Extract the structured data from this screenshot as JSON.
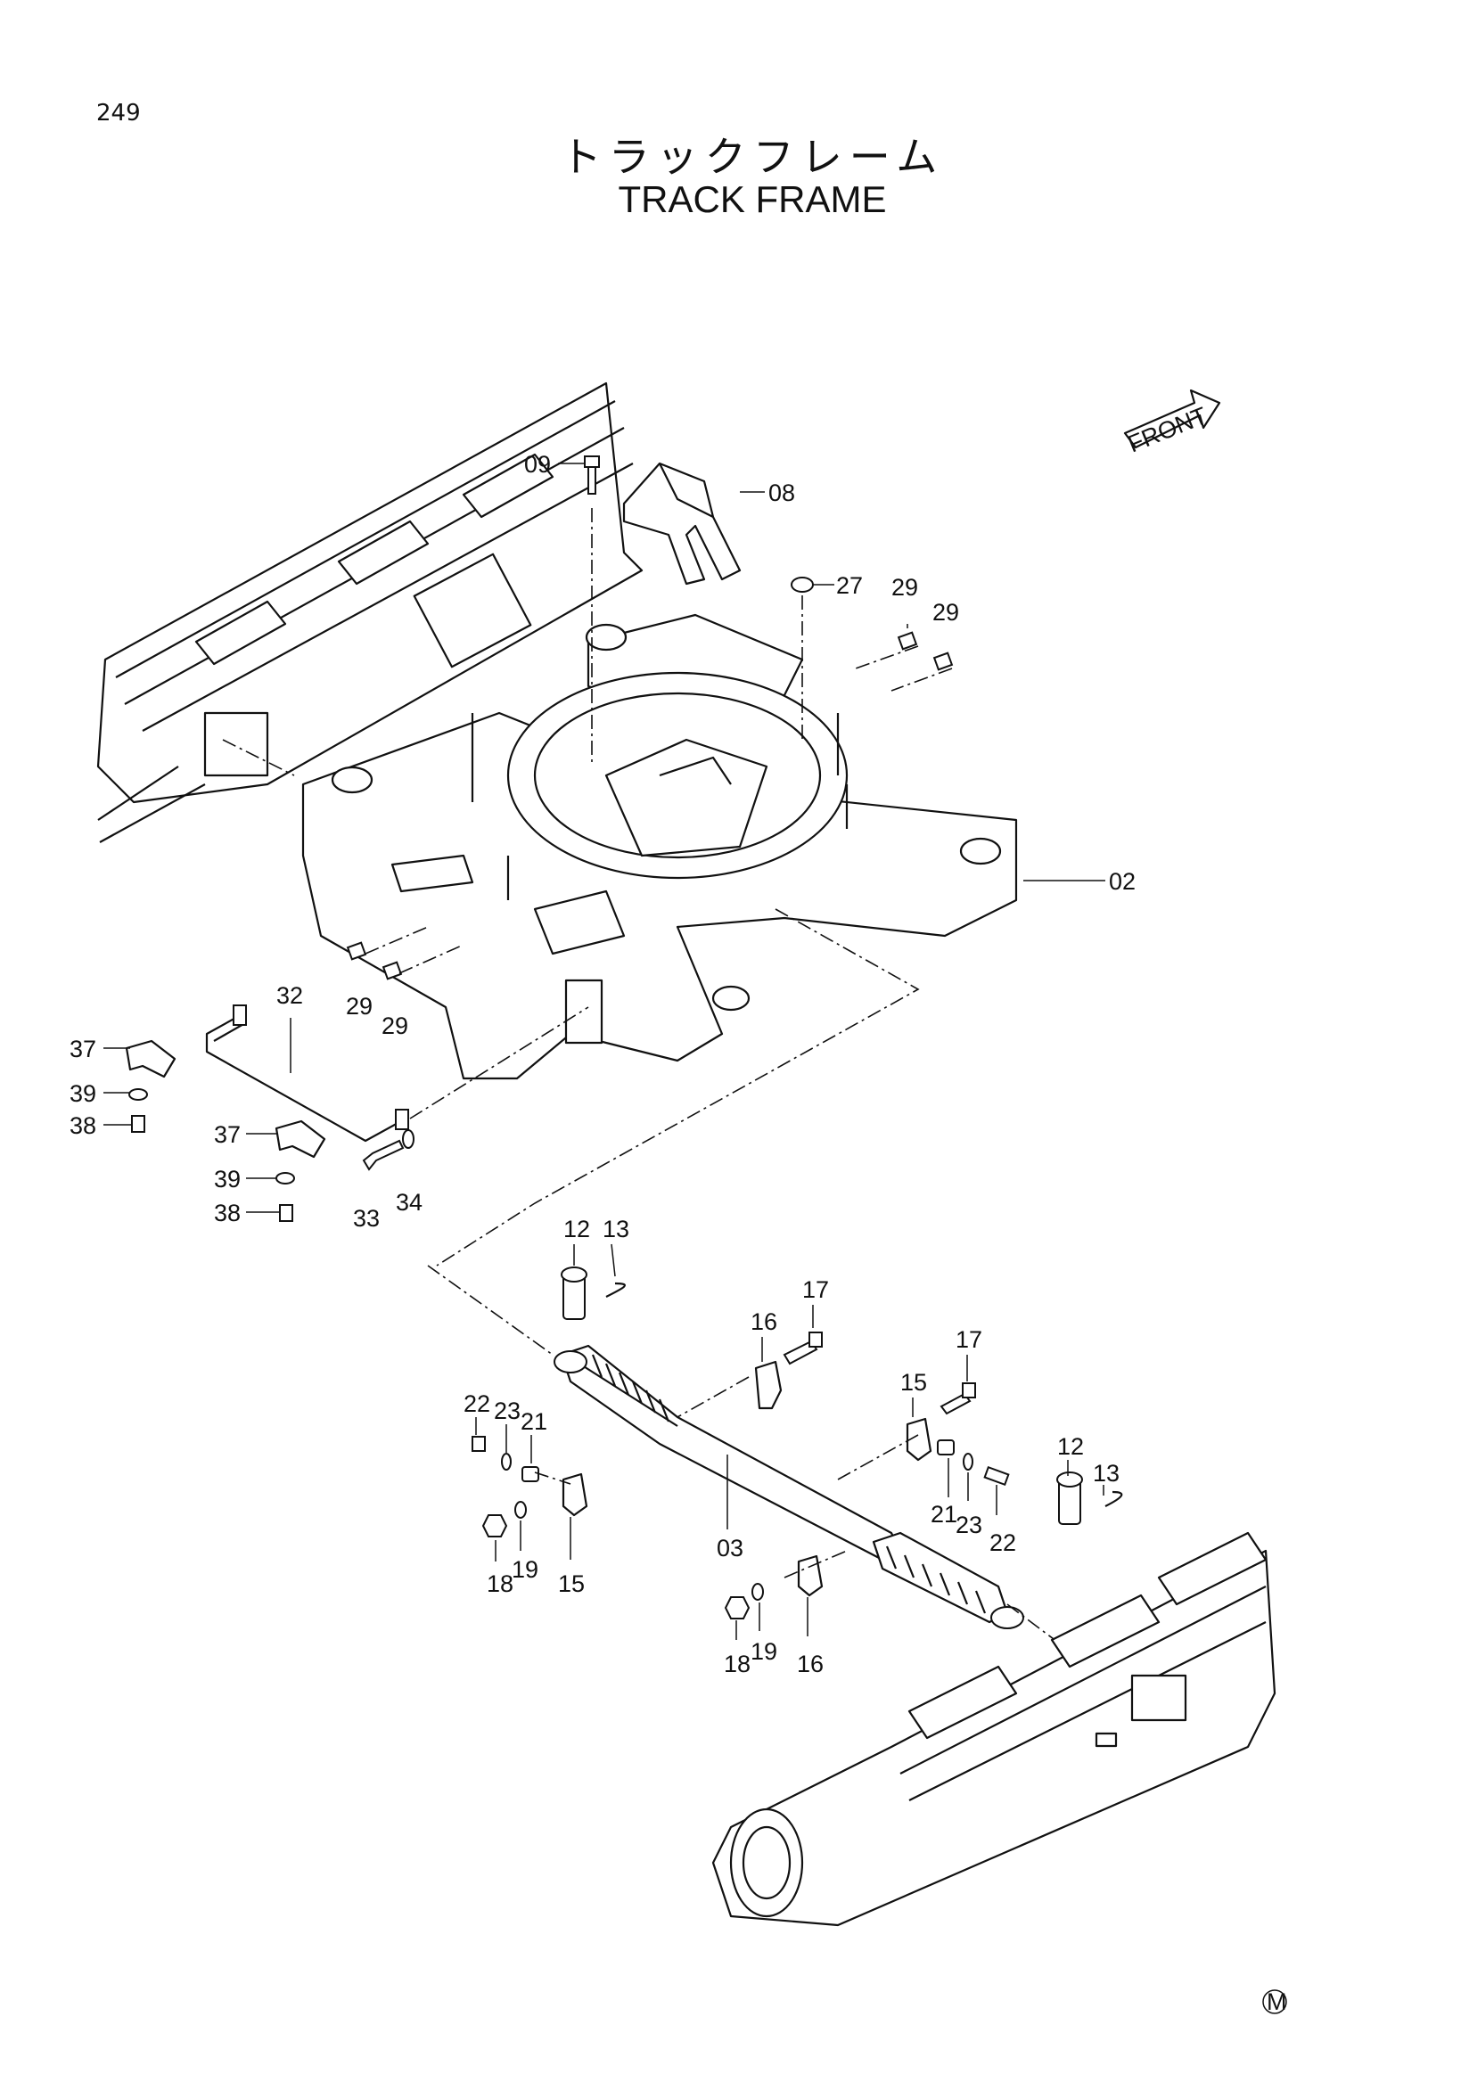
{
  "page": {
    "number": "249",
    "title_jp": "トラックフレーム",
    "title_en": "TRACK FRAME",
    "front_label": "FRONT",
    "mark": "M"
  },
  "labels": {
    "l02": "02",
    "l03": "03",
    "l08": "08",
    "l09": "09",
    "l12a": "12",
    "l12b": "12",
    "l13a": "13",
    "l13b": "13",
    "l15a": "15",
    "l15b": "15",
    "l16a": "16",
    "l16b": "16",
    "l17a": "17",
    "l17b": "17",
    "l18a": "18",
    "l18b": "18",
    "l19a": "19",
    "l19b": "19",
    "l21a": "21",
    "l21b": "21",
    "l22a": "22",
    "l22b": "22",
    "l23a": "23",
    "l23b": "23",
    "l27": "27",
    "l29a": "29",
    "l29b": "29",
    "l29c": "29",
    "l29d": "29",
    "l32": "32",
    "l33": "33",
    "l34": "34",
    "l37a": "37",
    "l37b": "37",
    "l38a": "38",
    "l38b": "38",
    "l39a": "39",
    "l39b": "39"
  }
}
